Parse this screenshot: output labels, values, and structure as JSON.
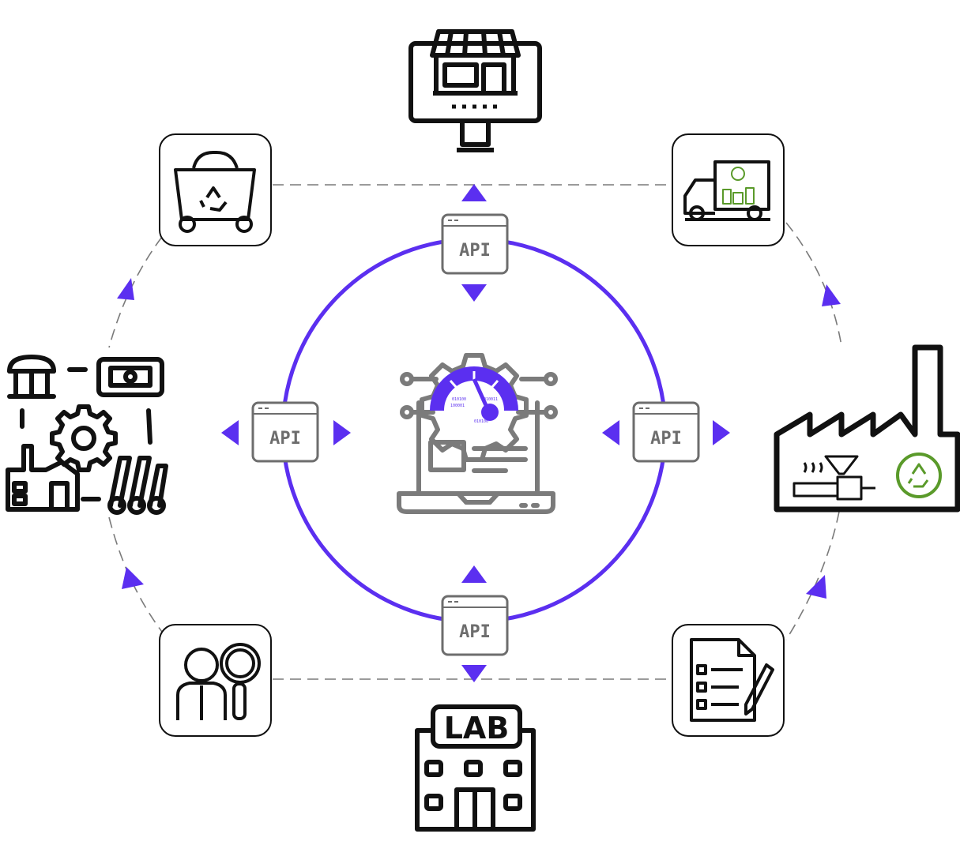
{
  "colors": {
    "accent": "#5b2ff0",
    "icon_stroke": "#111111",
    "api_gray": "#6d6d6d",
    "recycle_green": "#5a9a2a",
    "dashed_line": "#7a7a7a"
  },
  "api_badges": [
    {
      "label": "API",
      "position": "top"
    },
    {
      "label": "API",
      "position": "left"
    },
    {
      "label": "API",
      "position": "right"
    },
    {
      "label": "API",
      "position": "bottom"
    }
  ],
  "nodes": {
    "top": {
      "icon": "online-store-monitor-icon"
    },
    "top_right": {
      "icon": "recycling-delivery-truck-icon"
    },
    "right": {
      "icon": "recycling-factory-icon"
    },
    "bottom_right": {
      "icon": "checklist-document-icon"
    },
    "bottom": {
      "icon": "lab-building-icon",
      "label": "LAB"
    },
    "bottom_left": {
      "icon": "inspector-magnifier-icon"
    },
    "left": {
      "icon": "industry-ecosystem-icon"
    },
    "top_left": {
      "icon": "recycling-bin-icon"
    },
    "center": {
      "icon": "laptop-gear-dashboard-icon"
    }
  },
  "center_chip_text": [
    "010100",
    "010011",
    "100001",
    "010100"
  ]
}
